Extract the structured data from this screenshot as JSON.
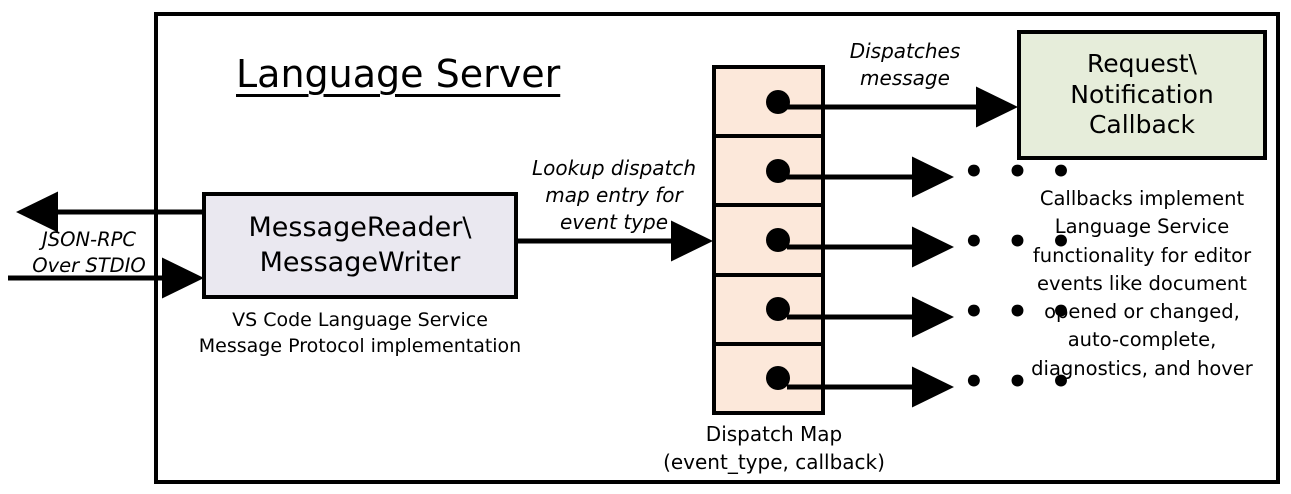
{
  "diagram": {
    "title": "Language Server",
    "frame_name": "language-server-boundary"
  },
  "message_io": {
    "box_label": "MessageReader\\\nMessageWriter",
    "caption": "VS Code Language Service\nMessage Protocol implementation",
    "transport_label": "JSON-RPC\nOver STDIO"
  },
  "dispatch": {
    "lookup_label": "Lookup dispatch\nmap entry for\nevent type",
    "map_caption": "Dispatch Map\n(event_type, callback)",
    "row_count": 5,
    "rows": [
      {
        "index": 1,
        "target": "callback-box"
      },
      {
        "index": 2,
        "target": "ellipsis"
      },
      {
        "index": 3,
        "target": "ellipsis"
      },
      {
        "index": 4,
        "target": "ellipsis"
      },
      {
        "index": 5,
        "target": "ellipsis"
      }
    ],
    "ellipsis_glyph": "• • •",
    "ellipsis_count": 4
  },
  "callback": {
    "dispatch_label": "Dispatches\nmessage",
    "box_label": "Request\\\nNotification\nCallback",
    "caption": "Callbacks implement\nLanguage Service\nfunctionality for editor\nevents like document\nopened or changed,\nauto-complete,\ndiagnostics, and hover"
  },
  "colors": {
    "stroke": "#000000",
    "message_box_fill": "#eae8f0",
    "dispatch_map_fill": "#fce8da",
    "callback_box_fill": "#e6edda",
    "background": "#ffffff"
  }
}
